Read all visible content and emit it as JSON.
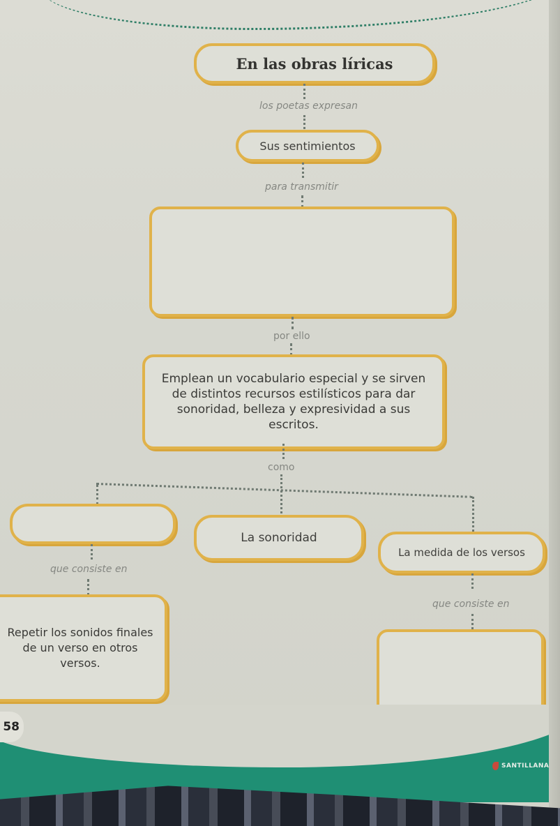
{
  "concept_map": {
    "title": "En las obras líricas",
    "connectors": {
      "c1": "los poetas expresan",
      "c2": "para transmitir",
      "c3": "por ello",
      "c4": "como",
      "c5_left": "que consiste en",
      "c5_right": "que consiste en"
    },
    "nodes": {
      "sentimientos": "Sus sentimientos",
      "blank_transmit": "",
      "emplean": "Emplean un vocabulario especial y se sirven de distintos recursos estilísticos para dar sonoridad, belleza y expresividad a sus escritos.",
      "blank_left": "",
      "sonoridad": "La sonoridad",
      "medida": "La medida de los versos",
      "repetir": "Repetir los sonidos finales de un verso en otros versos.",
      "blank_right": ""
    }
  },
  "footer": {
    "page_number": "58",
    "publisher": "SANTILLANA"
  },
  "colors": {
    "box_border": "#e0b24a",
    "footer_band": "#1f8f74",
    "page": "#d6d7cf"
  }
}
